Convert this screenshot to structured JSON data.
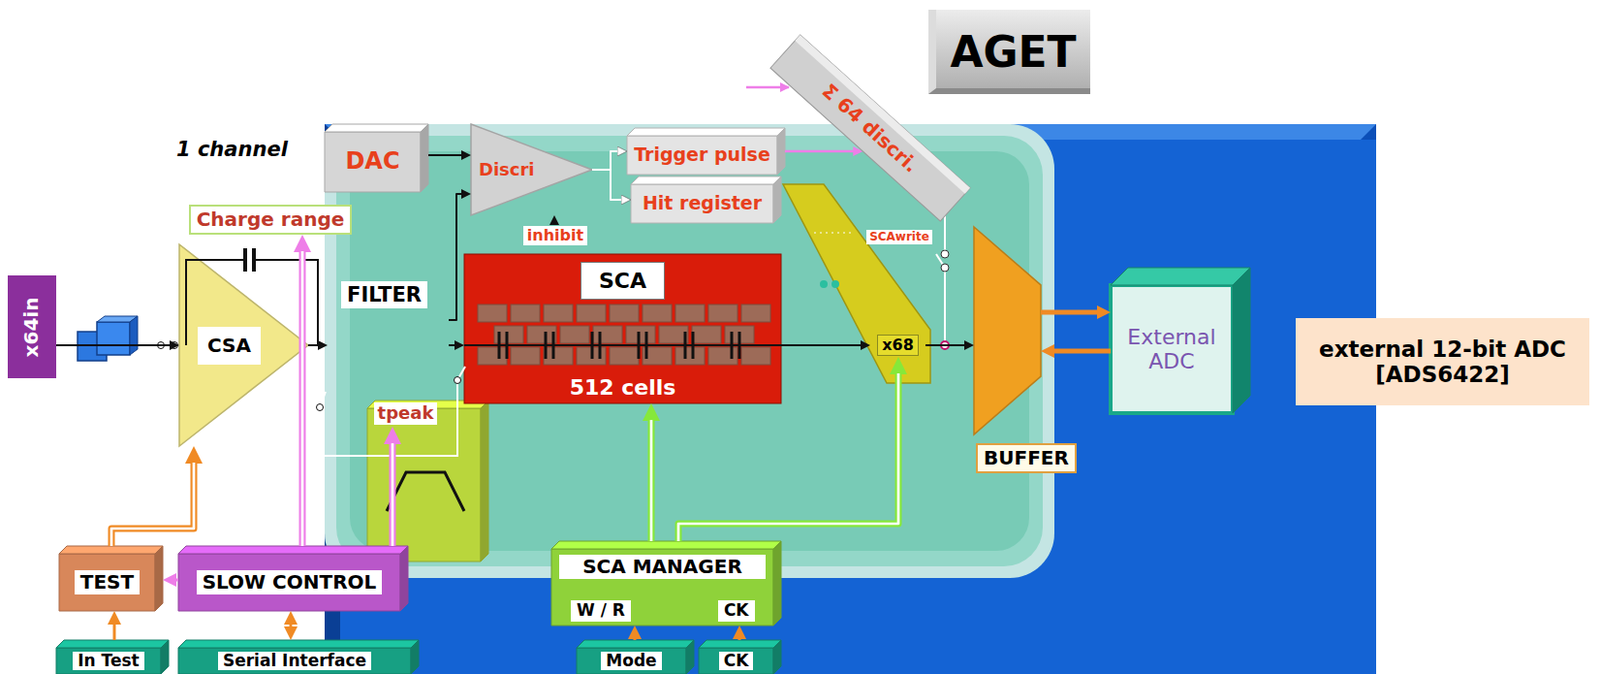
{
  "diagram": {
    "nodes": [
      {
        "text": [
          "AGET"
        ]
      },
      {
        "text": [
          "x64in"
        ]
      },
      {
        "text": [
          "1 channel"
        ],
        "in": 0
      },
      {
        "text": [
          "DAC"
        ],
        "in": 2
      },
      {
        "text": [
          "Discri"
        ],
        "in": 2
      },
      {
        "text": [
          "inhibit"
        ],
        "in": 2
      },
      {
        "text": [
          "Trigger pulse"
        ],
        "in": 2
      },
      {
        "text": [
          "Hit register"
        ],
        "in": 2
      },
      {
        "text": [
          "Charge range"
        ],
        "in": 2
      },
      {
        "text": [
          "CSA"
        ],
        "in": 2
      },
      {
        "text": [
          "FILTER"
        ],
        "in": 2
      },
      {
        "text": [
          "tpeak"
        ],
        "in": 10
      },
      {
        "text": [
          "SCA",
          "512 cells"
        ],
        "in": 2
      },
      {
        "text": [
          "Σ 64 discri."
        ],
        "in": 0
      },
      {
        "text": [
          "SCAwrite"
        ],
        "in": 0
      },
      {
        "text": [
          "x68"
        ],
        "in": 0
      },
      {
        "text": [
          "BUFFER"
        ],
        "in": 0
      },
      {
        "text": [
          "External ADC"
        ]
      },
      {
        "text": [
          "external 12-bit ADC [ADS6422]"
        ]
      },
      {
        "text": [
          "TEST"
        ],
        "in": 0
      },
      {
        "text": [
          "SLOW CONTROL"
        ],
        "in": 0
      },
      {
        "text": [
          "SCA MANAGER",
          "W / R",
          "CK"
        ],
        "in": 0
      },
      {
        "text": [
          "In Test"
        ]
      },
      {
        "text": [
          "Serial Interface"
        ]
      },
      {
        "text": [
          "Mode"
        ]
      },
      {
        "text": [
          "CK"
        ]
      }
    ],
    "edges": [
      {
        "from": 3,
        "to": 4,
        "arrow": "to"
      },
      {
        "from": 4,
        "to": 6,
        "arrow": "to"
      },
      {
        "from": 4,
        "to": 7,
        "arrow": "to"
      },
      {
        "from": 6,
        "to": 13,
        "arrow": "to"
      },
      {
        "from": 1,
        "to": 9,
        "arrow": "to"
      },
      {
        "from": 9,
        "to": 10,
        "arrow": "to"
      },
      {
        "from": 10,
        "to": 12,
        "arrow": "to"
      },
      {
        "from": 10,
        "to": 4,
        "arrow": "to"
      },
      {
        "from": 12,
        "to": 15,
        "arrow": "to"
      },
      {
        "from": 15,
        "to": 16,
        "arrow": "to"
      },
      {
        "from": 16,
        "to": 17,
        "arrow": "to"
      },
      {
        "from": 17,
        "to": 16,
        "arrow": "to"
      },
      {
        "from": 22,
        "to": 19,
        "arrow": "to"
      },
      {
        "from": 19,
        "to": 9,
        "arrow": "to"
      },
      {
        "from": 20,
        "to": 19,
        "arrow": "to"
      },
      {
        "from": 20,
        "to": 8,
        "arrow": "to"
      },
      {
        "from": 20,
        "to": 11,
        "arrow": "to"
      },
      {
        "from": 23,
        "to": 20,
        "arrow": "both"
      },
      {
        "from": 21,
        "to": 12,
        "arrow": "to"
      },
      {
        "from": 21,
        "to": 15,
        "arrow": "to"
      },
      {
        "from": 24,
        "to": 21,
        "arrow": "to"
      },
      {
        "from": 25,
        "to": 21,
        "arrow": "to"
      },
      {
        "from": 5,
        "to": 4,
        "arrow": "to"
      }
    ]
  }
}
